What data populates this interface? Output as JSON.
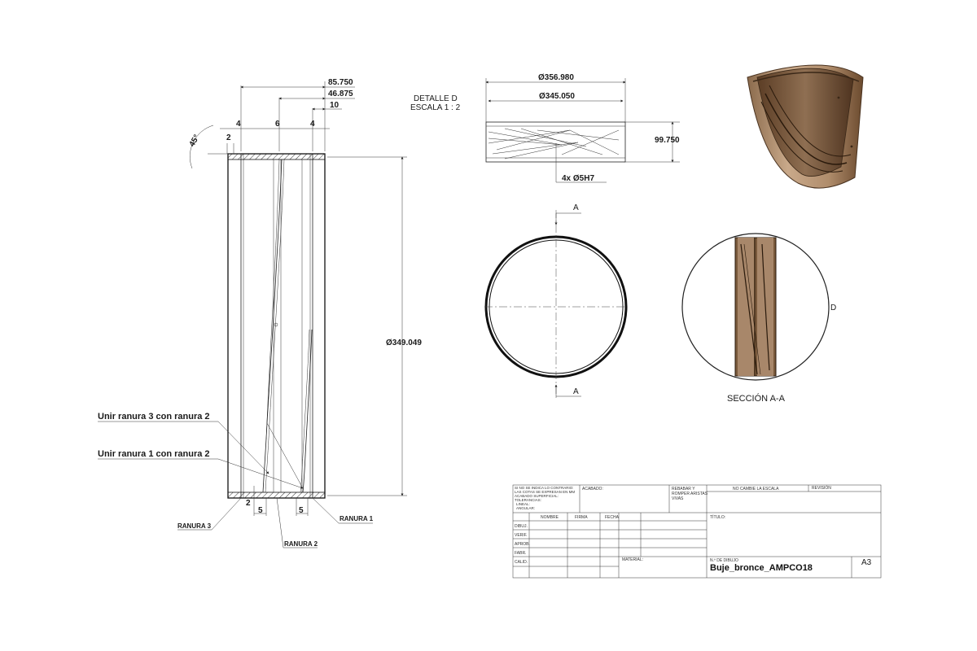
{
  "front_view": {
    "dim_top_total": "85.750",
    "dim_top_mid": "46.875",
    "dim_top_small": "10",
    "dim_slot_left": "4",
    "dim_slot_mid": "6",
    "dim_slot_right": "4",
    "dim_chamfer_angle": "45°",
    "dim_chamfer_len": "2",
    "dim_height": "Ø349.049",
    "dim_bottom_2": "2",
    "dim_bottom_5a": "5",
    "dim_bottom_5b": "5",
    "note_1": "Unir ranura 3 con ranura 2",
    "note_2": "Unir ranura 1 con ranura 2",
    "label_ranura_3": "RANURA 3",
    "label_ranura_2": "RANURA 2",
    "label_ranura_1": "RANURA 1"
  },
  "detail_d": {
    "title": "DETALLE D",
    "scale": "ESCALA 1 : 2",
    "dim_outer": "Ø356.980",
    "dim_inner": "Ø345.050",
    "dim_height": "99.750",
    "dim_holes": "4x Ø5H7"
  },
  "circle_view": {
    "label_a_top": "A",
    "label_a_bottom": "A"
  },
  "section_view": {
    "label_d": "D",
    "caption": "SECCIÓN A-A"
  },
  "title_block": {
    "notes_text": [
      "SI NO SE INDICA LO CONTRARIO:",
      "LAS COTAS SE EXPRESAN EN MM",
      "ACABADO SUPERFICIAL:",
      "TOLERANCIAS:",
      "LINEAL:",
      "ANGULAR:"
    ],
    "acabado": "ACABADO:",
    "rebabar": [
      "REBABAR Y",
      "ROMPER ARISTAS",
      "VIVAS"
    ],
    "no_cambie": "NO CAMBIE LA ESCALA",
    "revision": "REVISIÓN",
    "col_nombre": "NOMBRE",
    "col_firma": "FIRMA",
    "col_fecha": "FECHA",
    "rows": [
      "DIBUJ.",
      "VERIF.",
      "APROB.",
      "FABR.",
      "CALID."
    ],
    "titulo": "TÍTULO:",
    "material": "MATERIAL:",
    "n_dibujo": "N.º DE DIBUJO",
    "drawing_name": "Buje_bronce_AMPCO18",
    "sheet_size": "A3"
  },
  "colors": {
    "bronze_light": "#c9a98a",
    "bronze_dark": "#6b4a2e",
    "line": "#1a1a1a"
  }
}
